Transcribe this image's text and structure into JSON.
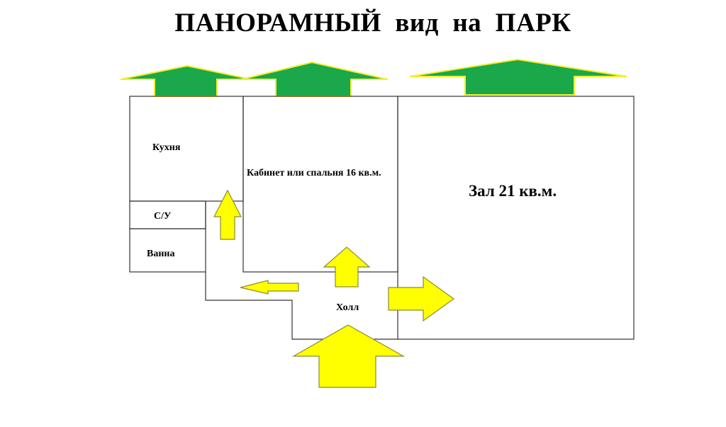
{
  "title": "ПАНОРАМНЫЙ  вид  на  ПАРК",
  "rooms": {
    "kitchen": "Кухня",
    "wc": "С/У",
    "bath": "Ванна",
    "study": "Кабинет или спальня 16 кв.м.",
    "hall": "Зал 21 кв.м.",
    "foyer": "Холл"
  },
  "colors": {
    "view_arrow_fill": "#1aa84a",
    "view_arrow_outline": "#f2ee2b",
    "path_arrow_fill": "#ffff00",
    "walls": "#333333"
  },
  "icons": {
    "view_arrows": "arrow-up-icon",
    "path_arrows": "arrow-icon"
  }
}
